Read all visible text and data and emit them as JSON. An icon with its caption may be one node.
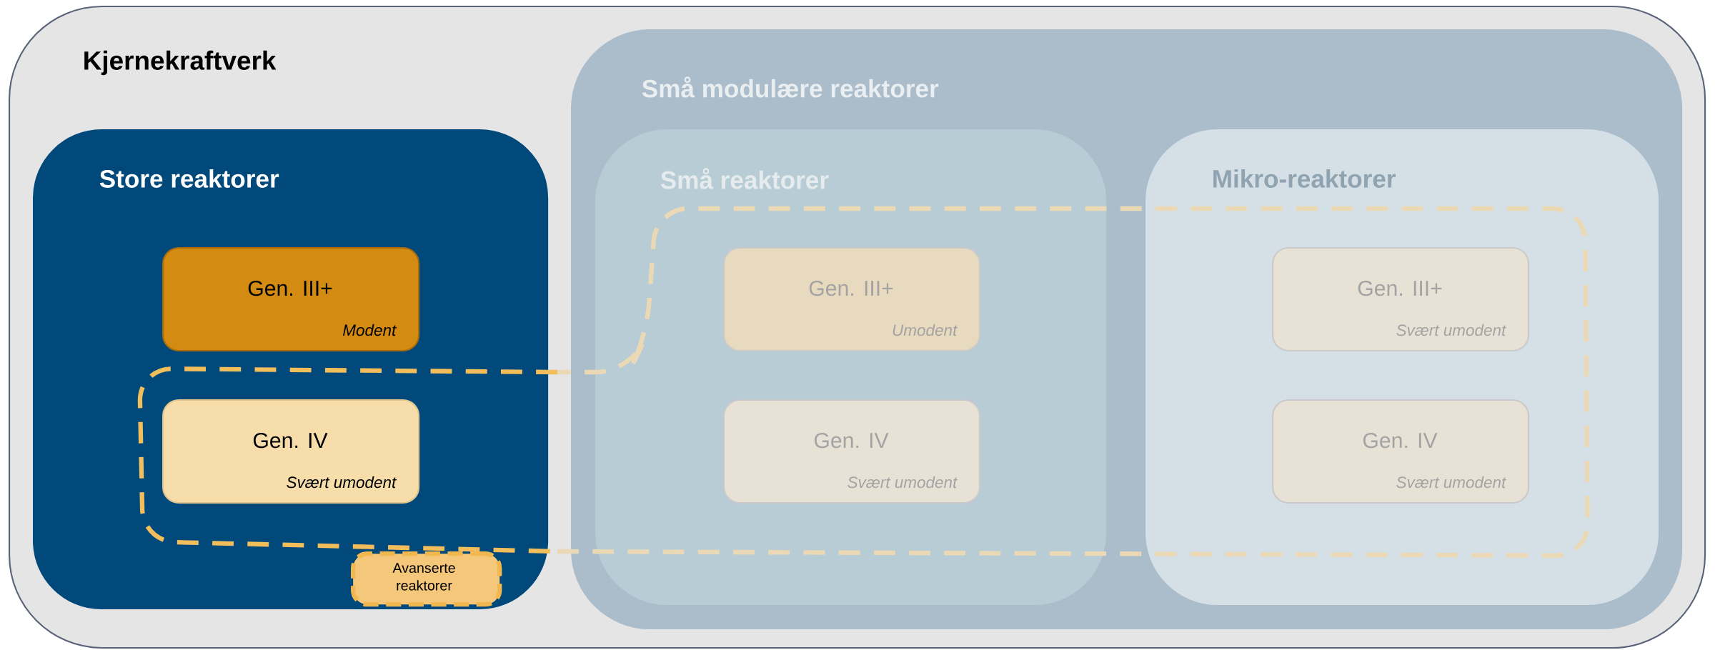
{
  "diagram": {
    "nodes": [
      {
        "text": [
          "Kjernekraftverk"
        ]
      },
      {
        "text": [
          "Store reaktorer"
        ],
        "in": 0
      },
      {
        "text": [
          "Gen. III+",
          "Modent"
        ],
        "in": 1
      },
      {
        "text": [
          "Gen. IV",
          "Svært umodent"
        ],
        "in": 1
      },
      {
        "text": [
          "Små modulære reaktorer"
        ],
        "in": 0
      },
      {
        "text": [
          "Små reaktorer"
        ],
        "in": 4
      },
      {
        "text": [
          "Gen. III+",
          "Umodent"
        ],
        "in": 5
      },
      {
        "text": [
          "Gen. IV",
          "Svært umodent"
        ],
        "in": 5
      },
      {
        "text": [
          "Mikro-reaktorer"
        ],
        "in": 4
      },
      {
        "text": [
          "Gen. III+",
          "Svært umodent"
        ],
        "in": 8
      },
      {
        "text": [
          "Gen. IV",
          "Svært umodent"
        ],
        "in": 8
      },
      {
        "text": [
          "Avanserte reaktorer"
        ],
        "in": 1
      }
    ]
  }
}
